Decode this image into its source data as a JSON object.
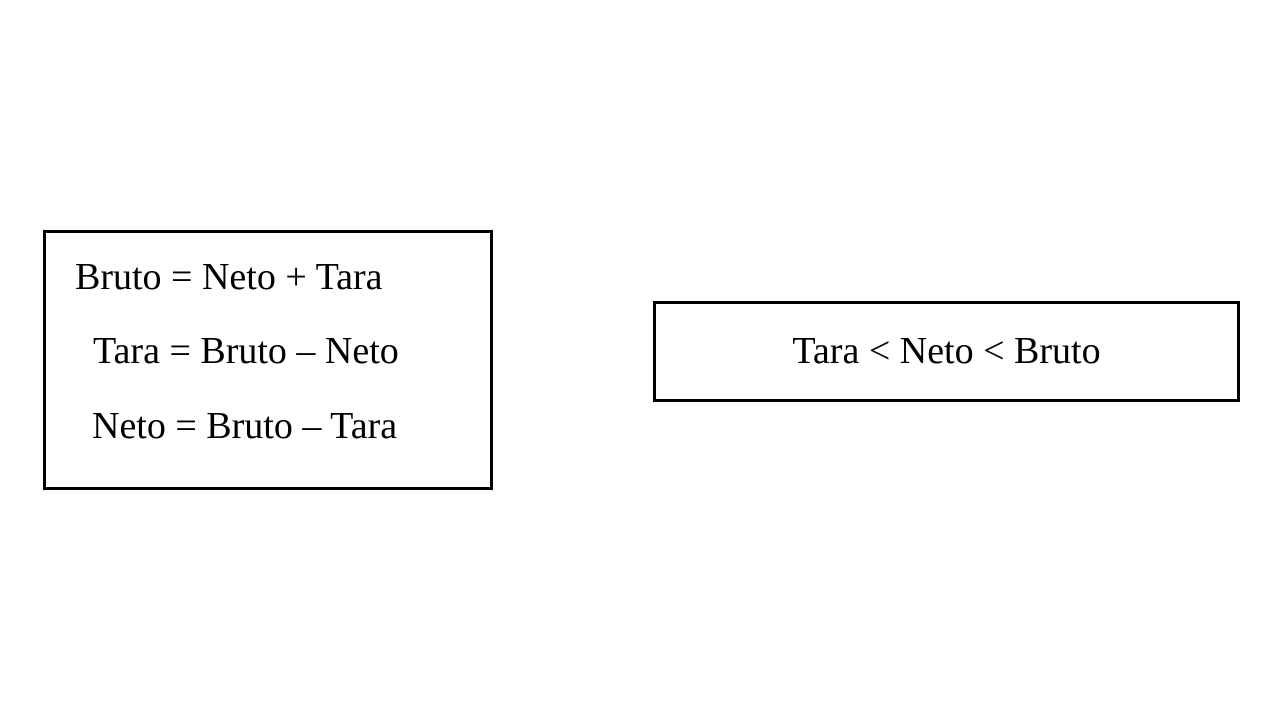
{
  "formulas_box": {
    "formulas": [
      "Bruto = Neto + Tara",
      "Tara = Bruto – Neto",
      "Neto = Bruto – Tara"
    ]
  },
  "relation_box": {
    "text": "Tara < Neto < Bruto"
  }
}
